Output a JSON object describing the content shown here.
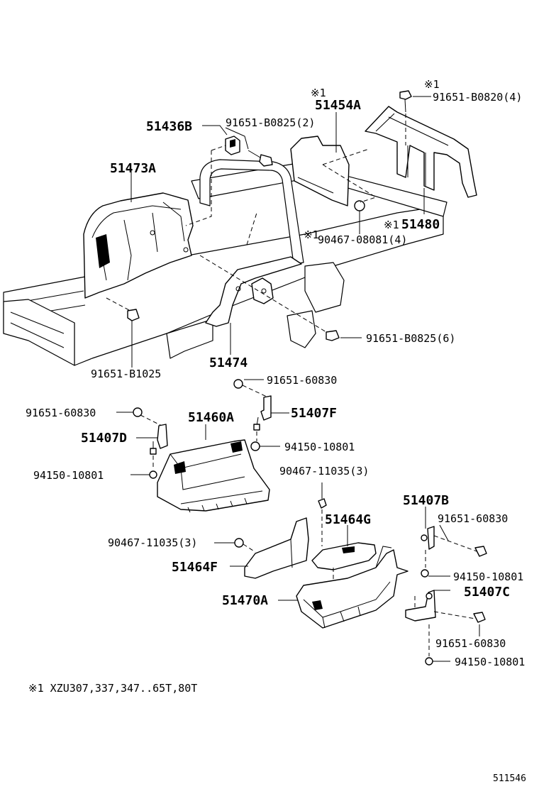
{
  "labels": {
    "p91651_b0820": "91651-B0820(4)",
    "mark_b0820": "※1",
    "p51454a": "51454A",
    "mark_51454a": "※1",
    "p51436b": "51436B",
    "p91651_b0825_2": "91651-B0825(2)",
    "p51473a": "51473A",
    "p51480": "51480",
    "mark_51480": "※1",
    "p90467_08081": "90467-08081(4)",
    "mark_08081": "※1",
    "p91651_b0825_6": "91651-B0825(6)",
    "p91651_b1025": "91651-B1025",
    "p51474": "51474",
    "p91651_60830_a": "91651-60830",
    "p51407f": "51407F",
    "p91651_60830_b": "91651-60830",
    "p51460a": "51460A",
    "p51407d": "51407D",
    "p94150_10801_a": "94150-10801",
    "p94150_10801_b": "94150-10801",
    "p90467_11035_a": "90467-11035(3)",
    "p51407b": "51407B",
    "p51464g": "51464G",
    "p91651_60830_c": "91651-60830",
    "p90467_11035_b": "90467-11035(3)",
    "p51464f": "51464F",
    "p94150_10801_c": "94150-10801",
    "p51407c": "51407C",
    "p51470a": "51470A",
    "p91651_60830_d": "91651-60830",
    "p94150_10801_d": "94150-10801"
  },
  "footnote": "※1 XZU307,337,347..65T,80T",
  "figure_code": "511546"
}
